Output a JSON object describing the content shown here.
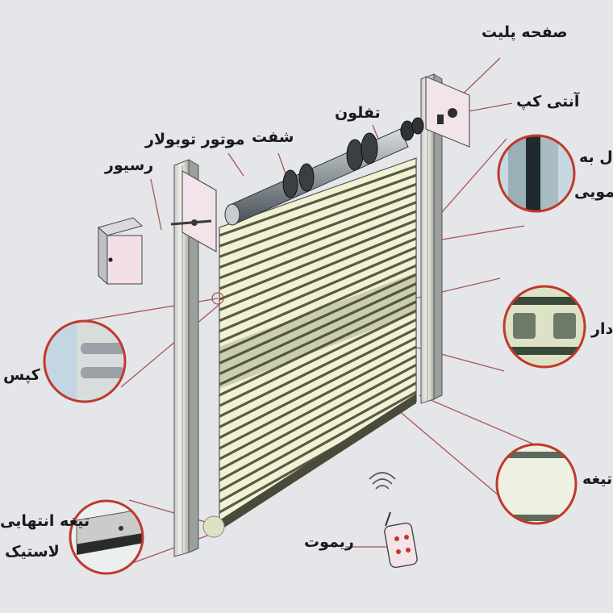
{
  "labels": {
    "plate": "صفحه پلیت",
    "anti_cap": "آنتی کپ",
    "teflon": "تفلون",
    "shaft": "شفت",
    "tubular_motor": "موتور توبولار",
    "receiver": "رسیور",
    "brush_line1": "ل به",
    "brush_line2": "مویی",
    "slotted": "دار",
    "caps": "کپس",
    "slat": "تیغه",
    "end_slat_line1": "تیغه انتهایی",
    "end_slat_line2": "لاستیک",
    "remote": "ریموت"
  },
  "colors": {
    "background": "#e4e6ea",
    "callout_ring": "#c0392b",
    "leader_line": "#a85555",
    "slat_light": "#f1f2d4",
    "slat_dark": "#5a5a48"
  },
  "icons": {
    "remote": "remote-control-icon",
    "signal": "wireless-signal-icon",
    "receiver": "receiver-box-icon"
  }
}
